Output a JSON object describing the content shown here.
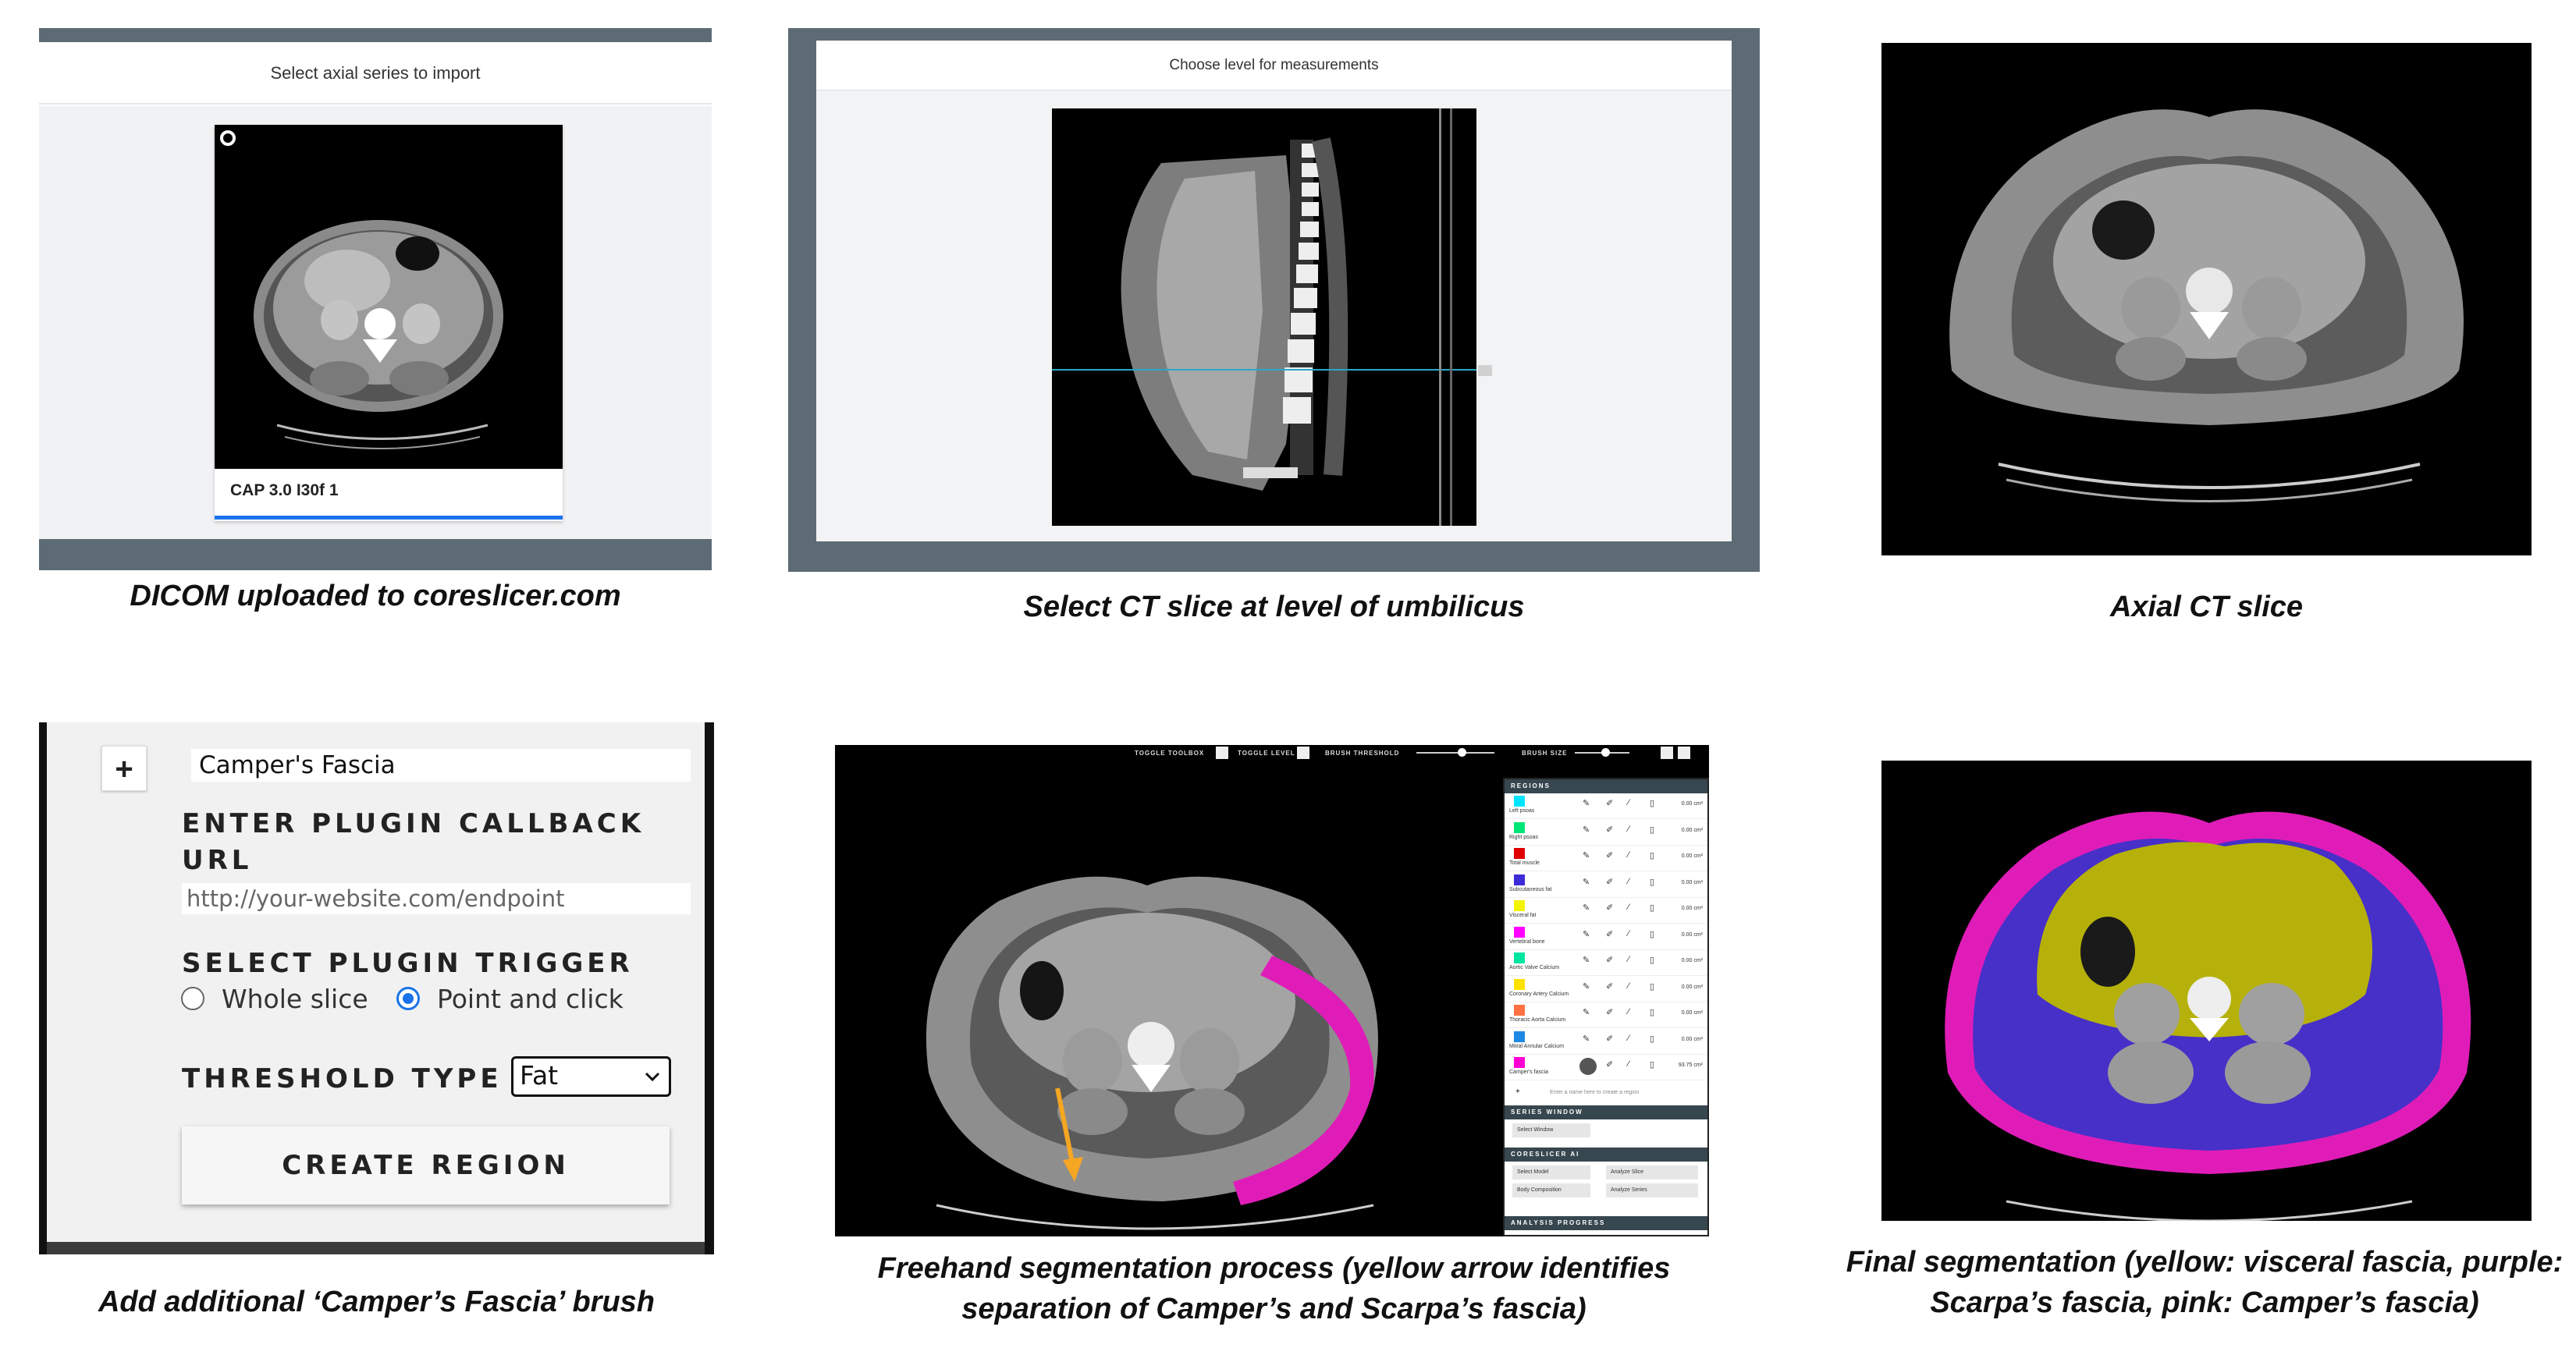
{
  "panel1": {
    "header": "Select axial series to import",
    "series_label": "CAP 3.0 I30f 1",
    "caption": "DICOM uploaded to coreslicer.com"
  },
  "panel2": {
    "header": "Choose level for measurements",
    "caption": "Select CT slice at level of umbilicus"
  },
  "panel3": {
    "caption": "Axial CT slice"
  },
  "panel4": {
    "add_icon": "plus-icon",
    "add_label": "+",
    "brush_name": "Camper's Fascia",
    "callback_label": "ENTER PLUGIN CALLBACK URL",
    "callback_line1": "ENTER PLUGIN CALLBACK",
    "callback_line2": "URL",
    "callback_placeholder": "http://your-website.com/endpoint",
    "trigger_label": "SELECT PLUGIN TRIGGER",
    "trigger_options": [
      {
        "label": "Whole slice",
        "selected": false
      },
      {
        "label": "Point and click",
        "selected": true
      }
    ],
    "threshold_label": "THRESHOLD TYPE",
    "threshold_value": "Fat",
    "create_button": "CREATE REGION",
    "caption": "Add additional ‘Camper’s Fascia’ brush"
  },
  "panel5": {
    "toolbar": {
      "toggle_toolbox": "TOGGLE TOOLBOX",
      "toggle_level": "TOGGLE LEVEL",
      "brush_threshold": "BRUSH THRESHOLD",
      "brush_size": "BRUSH SIZE"
    },
    "regions_header": "REGIONS",
    "regions": [
      {
        "name": "Left psoas",
        "color": "#00e5ff",
        "value": "0.00 cm²"
      },
      {
        "name": "Right psoas",
        "color": "#00e676",
        "value": "0.00 cm²"
      },
      {
        "name": "Total muscle",
        "color": "#e00000",
        "value": "0.00 cm²"
      },
      {
        "name": "Subcutaneous fat",
        "color": "#3d2bd8",
        "value": "0.00 cm²"
      },
      {
        "name": "Visceral fat",
        "color": "#f4f400",
        "value": "0.00 cm²"
      },
      {
        "name": "Vertebral bone",
        "color": "#ff00ff",
        "value": "0.00 cm²"
      },
      {
        "name": "Aortic Valve Calcium",
        "color": "#00e5a0",
        "value": "0.00 cm²"
      },
      {
        "name": "Coronary Artery Calcium",
        "color": "#ffe100",
        "value": "0.00 cm²"
      },
      {
        "name": "Thoracic Aorta Calcium",
        "color": "#ff7043",
        "value": "0.00 cm²"
      },
      {
        "name": "Mitral Annular Calcium",
        "color": "#1e88e5",
        "value": "0.00 cm²"
      },
      {
        "name": "Camper's fascia",
        "color": "#ff00d4",
        "value": "93.75 cm²"
      }
    ],
    "new_region_placeholder": "Enter a name here to create a region",
    "series_window_header": "SERIES WINDOW",
    "select_window": "Select Window",
    "ai_header": "CORESLICER AI",
    "select_model": "Select Model",
    "analyze_slice": "Analyze Slice",
    "body_composition": "Body Composition",
    "analyze_series": "Analyze Series",
    "progress_header": "ANALYSIS PROGRESS",
    "caption_line1": "Freehand segmentation process (yellow arrow identifies",
    "caption_line2": "separation of Camper’s and Scarpa’s fascia)"
  },
  "panel6": {
    "caption_line1": "Final segmentation (yellow: visceral fascia, purple:",
    "caption_line2": "Scarpa’s fascia, pink: Camper’s fascia)"
  },
  "colors": {
    "visceral": "#b6b10a",
    "scarpa": "#4630c8",
    "campers": "#e01cb8",
    "arrow": "#f5a623",
    "accent_blue": "#1a73e8"
  }
}
